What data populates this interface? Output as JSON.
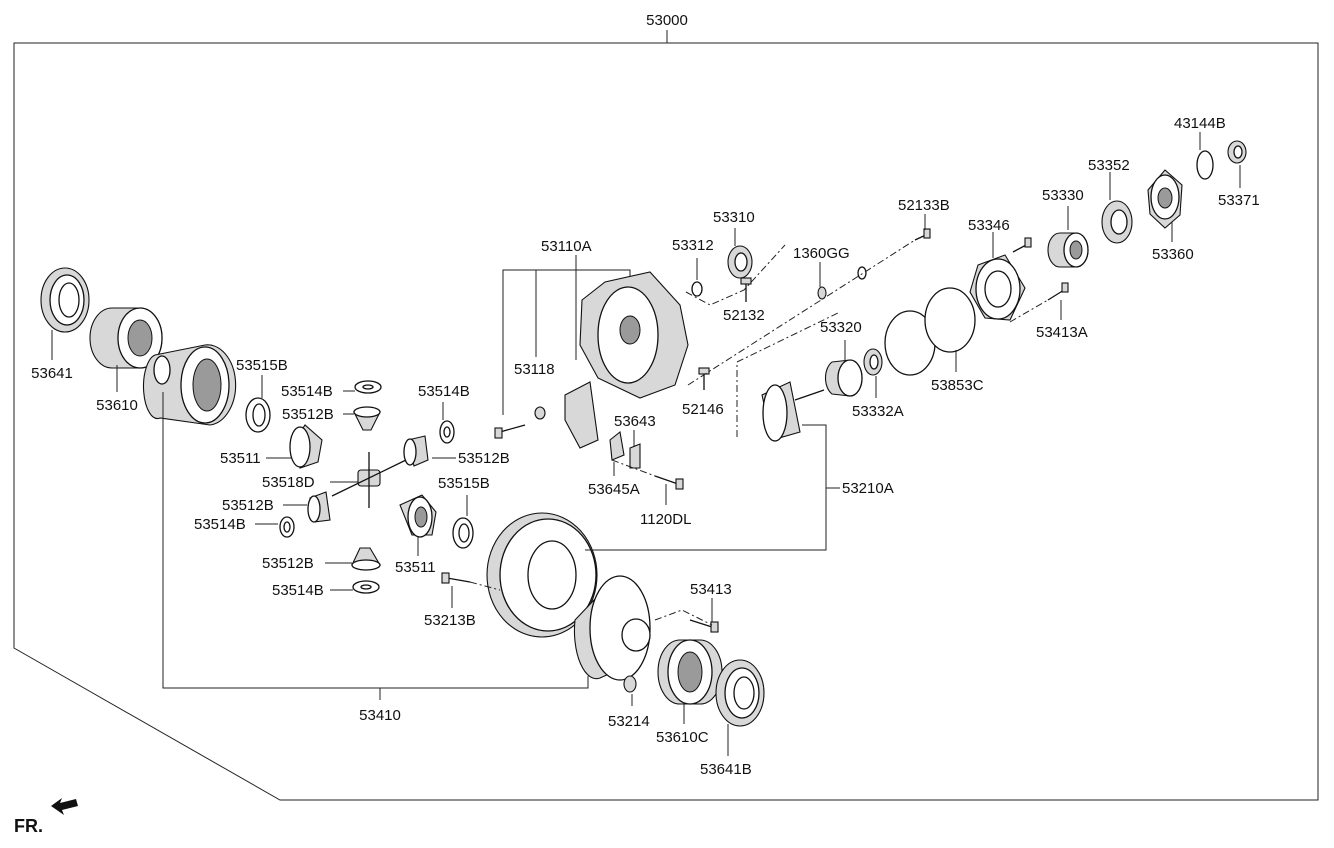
{
  "assembly_label": "53000",
  "front_indicator": "FR.",
  "parts": {
    "p53641": "53641",
    "p53610": "53610",
    "p53515B_top": "53515B",
    "p53514B_1": "53514B",
    "p53512B_1": "53512B",
    "p53514B_2": "53514B",
    "p53511_1": "53511",
    "p53512B_2": "53512B",
    "p53518D": "53518D",
    "p53512B_3": "53512B",
    "p53514B_3": "53514B",
    "p53515B_mid": "53515B",
    "p53512B_4": "53512B",
    "p53511_2": "53511",
    "p53514B_4": "53514B",
    "p53213B": "53213B",
    "p53410": "53410",
    "p53214": "53214",
    "p53610C": "53610C",
    "p53641B": "53641B",
    "p53413": "53413",
    "p53110A": "53110A",
    "p53118": "53118",
    "p53643": "53643",
    "p53645A": "53645A",
    "p1120DL": "1120DL",
    "p53312": "53312",
    "p53310": "53310",
    "p52132": "52132",
    "p52146": "52146",
    "p1360GG": "1360GG",
    "p52133B": "52133B",
    "p53320": "53320",
    "p53332A": "53332A",
    "p53853C": "53853C",
    "p53210A": "53210A",
    "p53346": "53346",
    "p53413A": "53413A",
    "p53330": "53330",
    "p53352": "53352",
    "p53360": "53360",
    "p43144B": "43144B",
    "p53371": "53371"
  }
}
